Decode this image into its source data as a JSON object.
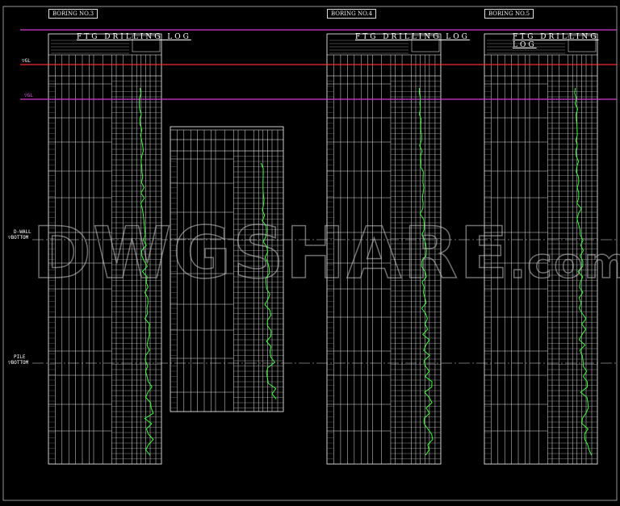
{
  "drawing": {
    "borings": [
      {
        "label": "BORING NO.3",
        "log_title": "FTG   DRILLING   LOG"
      },
      {
        "label": "BORING NO.4",
        "log_title": "FTG   DRILLING   LOG"
      },
      {
        "label": "BORING NO.5",
        "log_title": "FTG   DRILLING   LOG"
      }
    ],
    "levels": {
      "ground_level": "▽GL",
      "water_level": "▽GL",
      "dwall_bottom_1": "D-WALL",
      "dwall_bottom_2": "▽BOTTOM",
      "pile_bottom_1": "PILE",
      "pile_bottom_2": "▽BOTTOM"
    },
    "watermark": "DWGSHARE.com",
    "colors": {
      "background": "#000000",
      "lines": "#ffffff",
      "ground_line": "#ff2a2a",
      "water_line": "#d040d0",
      "spt_curve": "#33ff33"
    }
  }
}
